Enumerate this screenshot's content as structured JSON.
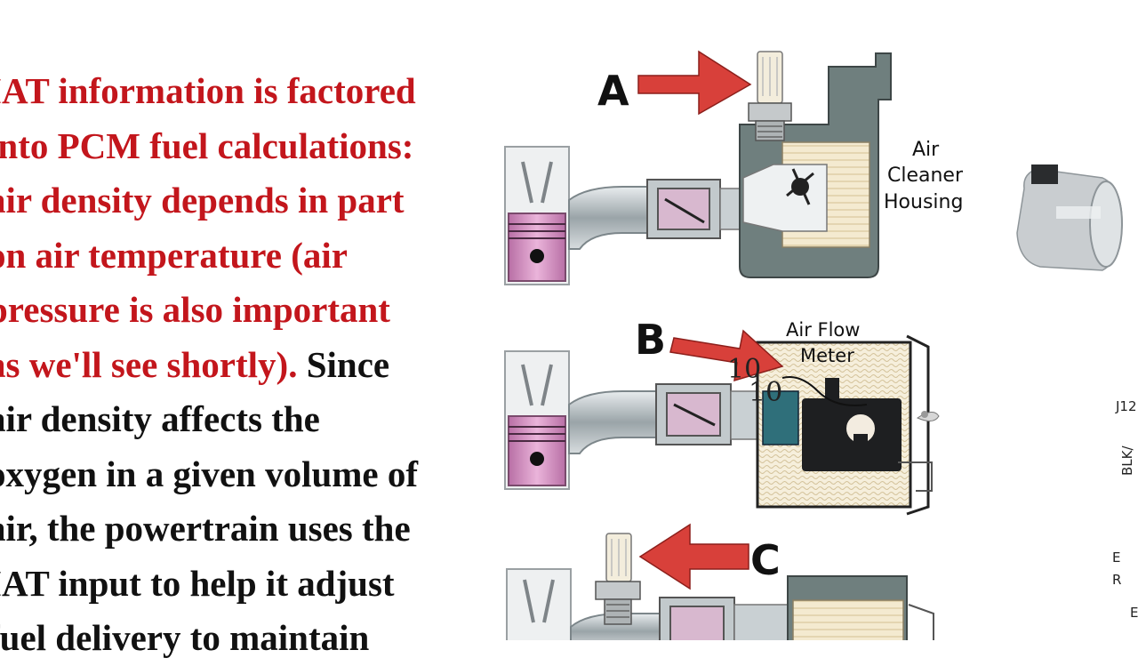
{
  "slide": {
    "lines": [
      {
        "red": "IAT information is factored",
        "black": ""
      },
      {
        "red": "into PCM fuel calculations:",
        "black": ""
      },
      {
        "red": "air density depends in part",
        "black": ""
      },
      {
        "red": "on air temperature (air",
        "black": ""
      },
      {
        "red": "pressure is also important",
        "black": ""
      },
      {
        "red": "as we'll see shortly).",
        "black": " Since"
      },
      {
        "red": "",
        "black": "air density affects the"
      },
      {
        "red": "",
        "black": "oxygen in a given volume of"
      },
      {
        "red": "",
        "black": "air, the powertrain uses the"
      },
      {
        "red": "",
        "black": "IAT input to help it adjust"
      },
      {
        "red": "",
        "black": "fuel delivery to maintain"
      }
    ]
  },
  "diagram": {
    "label_a": "A",
    "label_b": "B",
    "label_c": "C",
    "air_cleaner_line1": "Air",
    "air_cleaner_line2": "Cleaner",
    "air_cleaner_line3": "Housing",
    "air_flow_line1": "Air Flow",
    "air_flow_line2": "Meter",
    "watermark_1": "10",
    "watermark_2": "10"
  },
  "edge_text": {
    "connector": "J12",
    "wire": "BLK/",
    "letter_e1": "E",
    "letter_r": "R",
    "letter_e2": "E"
  },
  "colors": {
    "red_text": "#c3161c",
    "arrow": "#d8403a",
    "housing": "#6f7f7e",
    "piston": "#d99bc7"
  }
}
